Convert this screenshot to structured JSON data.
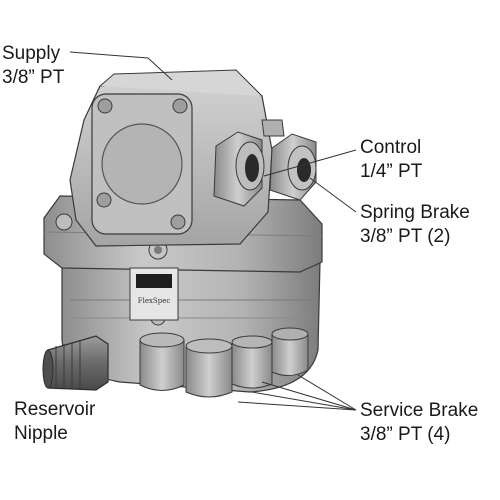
{
  "labels": {
    "supply": {
      "line1": "Supply",
      "line2": "3/8” PT"
    },
    "control": {
      "line1": "Control",
      "line2": "1/4” PT"
    },
    "spring_brake": {
      "line1": "Spring Brake",
      "line2": "3/8” PT (2)"
    },
    "reservoir": {
      "line1": "Reservoir",
      "line2": "Nipple"
    },
    "service_brake": {
      "line1": "Service Brake",
      "line2": "3/8” PT (4)"
    }
  },
  "product_tag": {
    "text": "FlexSpec"
  },
  "colors": {
    "body_light": "#c4c4c4",
    "body_mid": "#a9a9a9",
    "body_dark": "#6b6b6b",
    "outline": "#3a3a3a",
    "label_text": "#1a1a1a",
    "leader_line": "#333333"
  }
}
